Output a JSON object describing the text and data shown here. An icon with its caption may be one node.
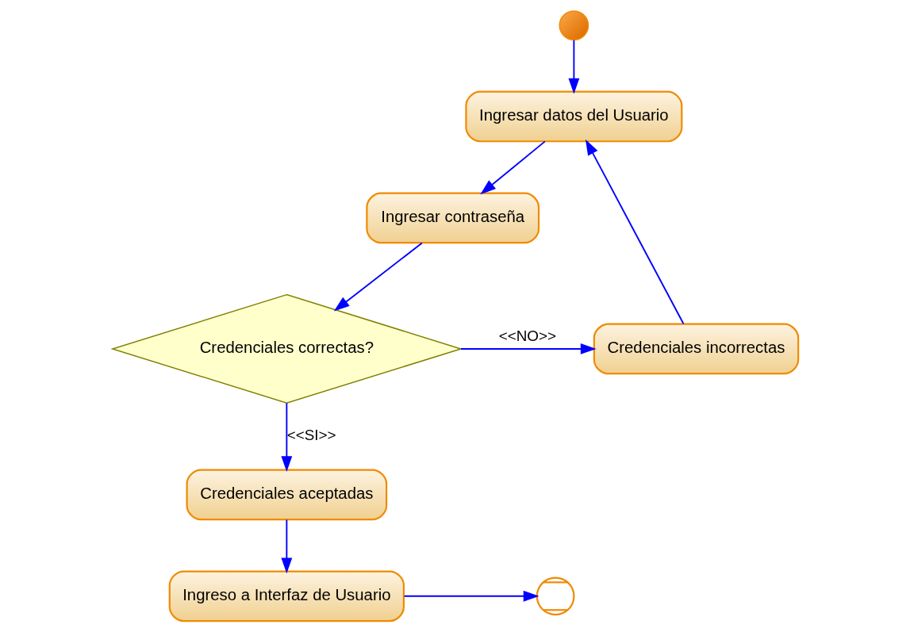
{
  "diagram": {
    "nodes": [
      {
        "text": [],
        "shape": "circle"
      },
      {
        "text": [
          "Ingresar datos del Usuario"
        ]
      },
      {
        "text": [
          "Ingresar contraseña"
        ]
      },
      {
        "text": [
          "Credenciales correctas?"
        ]
      },
      {
        "text": [
          "Credenciales incorrectas"
        ]
      },
      {
        "text": [
          "Credenciales aceptadas"
        ]
      },
      {
        "text": [
          "Ingreso a Interfaz de Usuario"
        ]
      },
      {
        "text": [],
        "shape": "circle"
      }
    ],
    "edges": [
      {
        "from": 0,
        "to": 1,
        "arrow": "to"
      },
      {
        "from": 1,
        "to": 2,
        "arrow": "to"
      },
      {
        "from": 2,
        "to": 3,
        "arrow": "to"
      },
      {
        "from": 3,
        "to": 4,
        "arrow": "to",
        "label": "<<NO>>"
      },
      {
        "from": 4,
        "to": 1,
        "arrow": "to"
      },
      {
        "from": 3,
        "to": 5,
        "arrow": "to",
        "label": "<<SI>>"
      },
      {
        "from": 5,
        "to": 6,
        "arrow": "to"
      },
      {
        "from": 6,
        "to": 7,
        "arrow": "to"
      }
    ]
  }
}
